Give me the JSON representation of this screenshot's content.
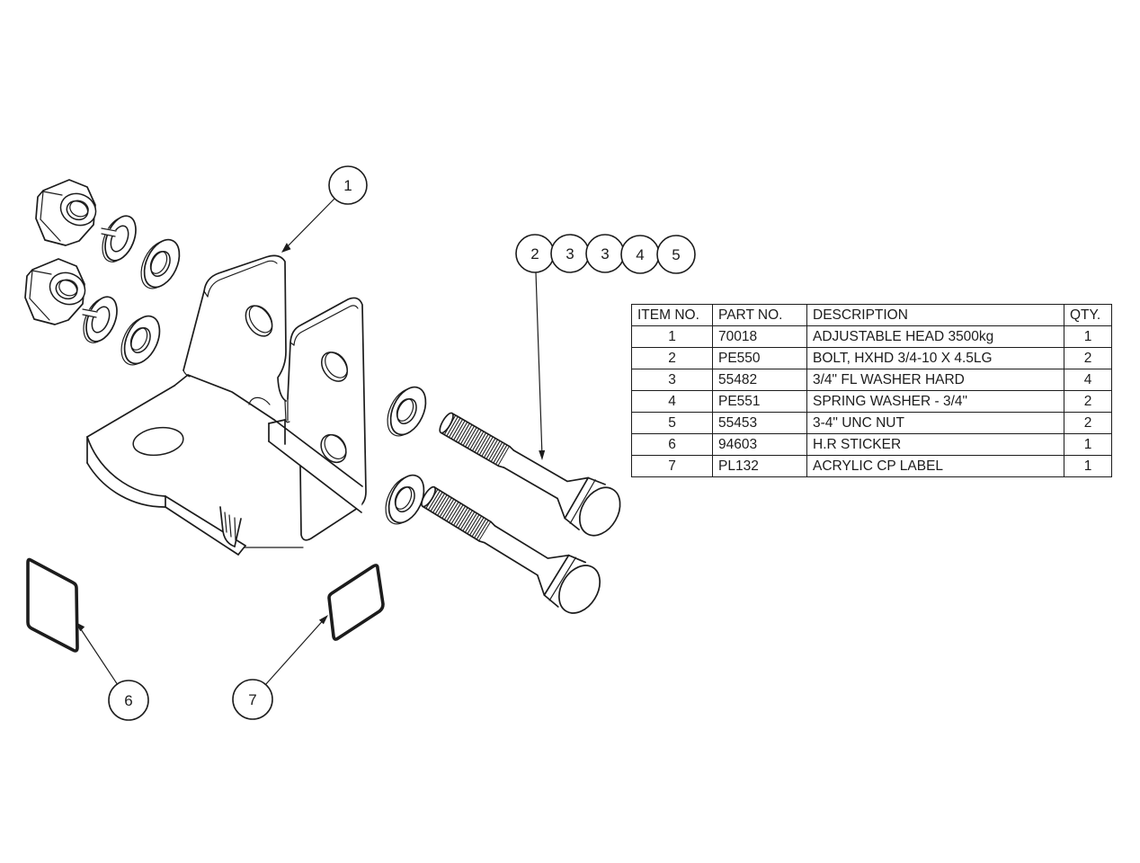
{
  "drawing": {
    "type": "exploded-assembly-view",
    "line_color": "#1c1c1c",
    "background_color": "#ffffff"
  },
  "balloons": {
    "b1": "1",
    "b2": "2",
    "b3a": "3",
    "b3b": "3",
    "b4": "4",
    "b5": "5",
    "b6": "6",
    "b7": "7"
  },
  "table": {
    "headers": [
      "ITEM NO.",
      "PART NO.",
      "DESCRIPTION",
      "QTY."
    ],
    "rows": [
      [
        "1",
        "70018",
        "ADJUSTABLE HEAD 3500kg",
        "1"
      ],
      [
        "2",
        "PE550",
        "BOLT, HXHD 3/4-10 X 4.5LG",
        "2"
      ],
      [
        "3",
        "55482",
        "3/4\" FL WASHER HARD",
        "4"
      ],
      [
        "4",
        "PE551",
        "SPRING WASHER - 3/4\"",
        "2"
      ],
      [
        "5",
        "55453",
        "3-4\" UNC NUT",
        "2"
      ],
      [
        "6",
        "94603",
        "H.R STICKER",
        "1"
      ],
      [
        "7",
        "PL132",
        "ACRYLIC CP LABEL",
        "1"
      ]
    ]
  }
}
